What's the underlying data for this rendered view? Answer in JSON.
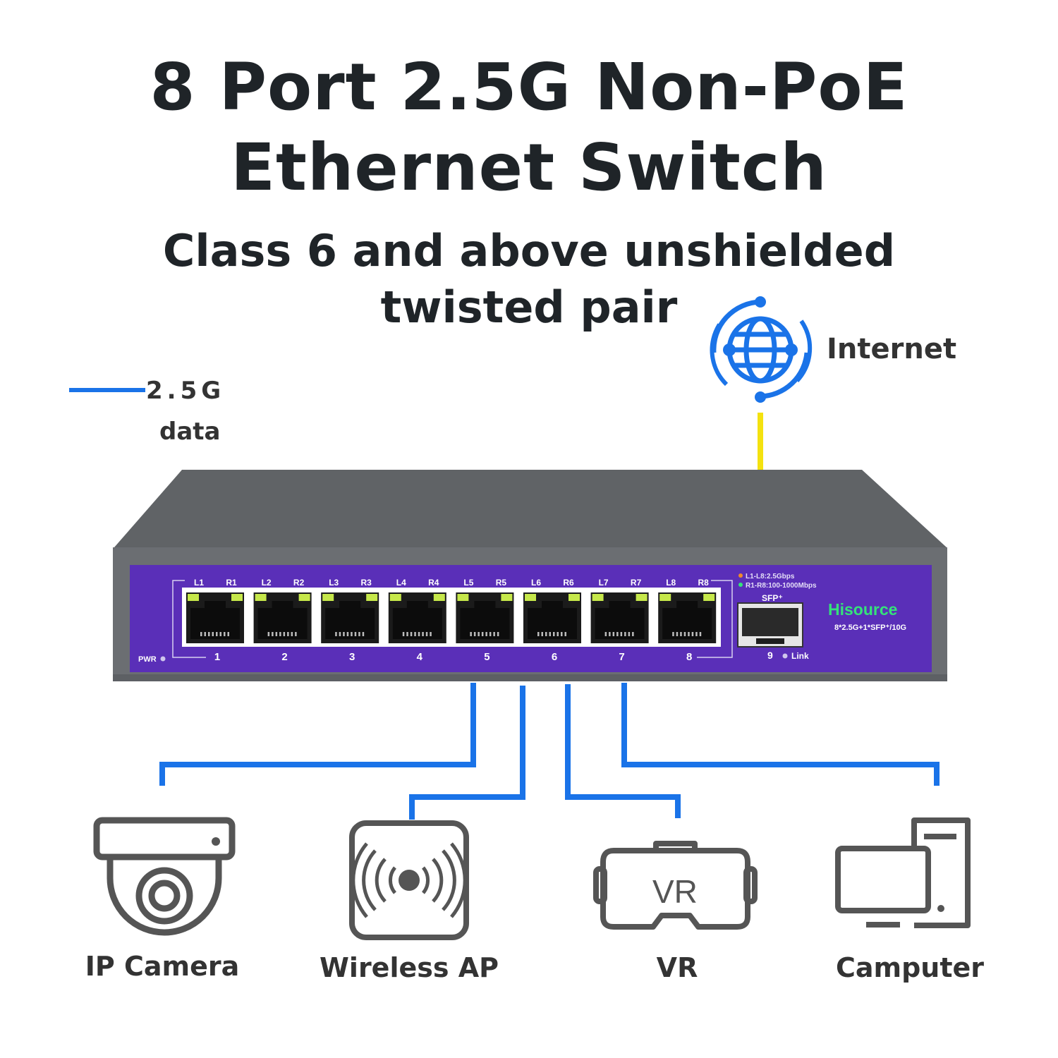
{
  "heading": {
    "line1": "8 Port 2.5G Non-PoE",
    "line2": "Ethernet Switch",
    "line3": "Class 6 and above unshielded",
    "line4": "twisted pair"
  },
  "legend": {
    "line1": "2.5G",
    "line2": "data",
    "color": "#1a73e8"
  },
  "internet": {
    "label": "Internet",
    "icon": "globe-icon",
    "uplink_color": "#f4e20f"
  },
  "switch": {
    "brand": "Hisource",
    "model": "8*2.5G+1*SFP⁺/10G",
    "led_legend": [
      "L1-L8:2.5Gbps",
      "R1-R8:100-1000Mbps"
    ],
    "sfp_label": "SFP⁺",
    "sfp_port_number": "9",
    "link_label": "Link",
    "pwr_label": "PWR",
    "port_numbers": [
      "1",
      "2",
      "3",
      "4",
      "5",
      "6",
      "7",
      "8"
    ],
    "port_left_leds": [
      "L1",
      "L2",
      "L3",
      "L4",
      "L5",
      "L6",
      "L7",
      "L8"
    ],
    "port_right_leds": [
      "R1",
      "R2",
      "R3",
      "R4",
      "R5",
      "R6",
      "R7",
      "R8"
    ],
    "panel_color": "#5a2fb8",
    "body_color": "#6b6e72"
  },
  "devices": [
    {
      "label": "IP Camera",
      "icon": "dome-camera-icon"
    },
    {
      "label": "Wireless AP",
      "icon": "wireless-ap-icon"
    },
    {
      "label": "VR",
      "icon": "vr-headset-icon"
    },
    {
      "label": "Camputer",
      "icon": "computer-icon"
    }
  ]
}
